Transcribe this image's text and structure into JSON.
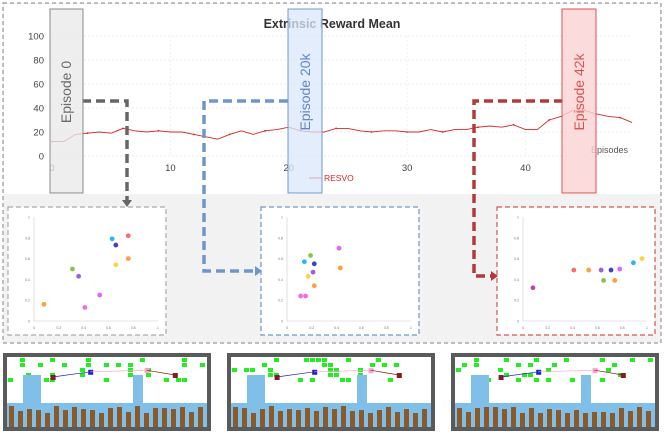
{
  "chart_data": [
    {
      "type": "line",
      "title": "Extrinsic Reward Mean",
      "xlabel": "Episodes",
      "ylabel": "",
      "xlim": [
        0,
        49
      ],
      "ylim": [
        0,
        100
      ],
      "x_ticks": [
        "0",
        "10",
        "20",
        "30",
        "40"
      ],
      "y_ticks": [
        "0",
        "20",
        "40",
        "60",
        "80",
        "100"
      ],
      "grid": true,
      "legend": "bottom-center",
      "series": [
        {
          "name": "RESVO",
          "color": "#d62728",
          "x": [
            0,
            1,
            2,
            3,
            4,
            5,
            6,
            7,
            8,
            9,
            10,
            11,
            12,
            13,
            14,
            15,
            16,
            17,
            18,
            19,
            20,
            21,
            22,
            23,
            24,
            25,
            26,
            27,
            28,
            29,
            30,
            31,
            32,
            33,
            34,
            35,
            36,
            37,
            38,
            39,
            40,
            41,
            42,
            43,
            44,
            45,
            46,
            47,
            48,
            49
          ],
          "y": [
            12,
            12,
            18,
            19,
            20,
            19,
            23,
            21,
            20,
            21,
            20,
            20,
            18,
            16,
            14,
            18,
            21,
            18,
            21,
            22,
            24,
            21,
            20,
            20,
            23,
            23,
            21,
            20,
            21,
            21,
            20,
            20,
            22,
            20,
            22,
            22,
            24,
            25,
            24,
            26,
            22,
            22,
            30,
            33,
            38,
            38,
            35,
            33,
            32,
            28
          ]
        }
      ]
    },
    {
      "type": "scatter",
      "title": "",
      "xlim": [
        0,
        1
      ],
      "ylim": [
        0,
        1
      ],
      "points": [
        {
          "x": 0.08,
          "y": 0.16,
          "color": "#ff9f40"
        },
        {
          "x": 0.31,
          "y": 0.5,
          "color": "#8bc34a"
        },
        {
          "x": 0.36,
          "y": 0.43,
          "color": "#9c5fe0"
        },
        {
          "x": 0.41,
          "y": 0.13,
          "color": "#f06be0"
        },
        {
          "x": 0.53,
          "y": 0.25,
          "color": "#e066ff"
        },
        {
          "x": 0.63,
          "y": 0.79,
          "color": "#29b6f6"
        },
        {
          "x": 0.66,
          "y": 0.73,
          "color": "#4040c0"
        },
        {
          "x": 0.66,
          "y": 0.54,
          "color": "#ffd23f"
        },
        {
          "x": 0.76,
          "y": 0.82,
          "color": "#ff6b6b"
        },
        {
          "x": 0.76,
          "y": 0.6,
          "color": "#ff9f40"
        }
      ]
    },
    {
      "type": "scatter",
      "title": "",
      "xlim": [
        0,
        1
      ],
      "ylim": [
        0,
        1
      ],
      "points": [
        {
          "x": 0.11,
          "y": 0.24,
          "color": "#f06be0"
        },
        {
          "x": 0.15,
          "y": 0.24,
          "color": "#f06be0"
        },
        {
          "x": 0.14,
          "y": 0.57,
          "color": "#29b6f6"
        },
        {
          "x": 0.17,
          "y": 0.43,
          "color": "#ffd23f"
        },
        {
          "x": 0.19,
          "y": 0.63,
          "color": "#8bc34a"
        },
        {
          "x": 0.22,
          "y": 0.55,
          "color": "#4040c0"
        },
        {
          "x": 0.21,
          "y": 0.47,
          "color": "#9c5fe0"
        },
        {
          "x": 0.22,
          "y": 0.34,
          "color": "#ff9f40"
        },
        {
          "x": 0.42,
          "y": 0.7,
          "color": "#e066ff"
        },
        {
          "x": 0.43,
          "y": 0.51,
          "color": "#ff9f40"
        }
      ]
    },
    {
      "type": "scatter",
      "title": "",
      "xlim": [
        0,
        1
      ],
      "ylim": [
        0,
        1
      ],
      "points": [
        {
          "x": 0.08,
          "y": 0.32,
          "color": "#c040c0"
        },
        {
          "x": 0.41,
          "y": 0.49,
          "color": "#ff6b6b"
        },
        {
          "x": 0.53,
          "y": 0.49,
          "color": "#ff9f40"
        },
        {
          "x": 0.63,
          "y": 0.49,
          "color": "#9c5fe0"
        },
        {
          "x": 0.71,
          "y": 0.49,
          "color": "#4040c0"
        },
        {
          "x": 0.78,
          "y": 0.5,
          "color": "#e066ff"
        },
        {
          "x": 0.65,
          "y": 0.39,
          "color": "#8bc34a"
        },
        {
          "x": 0.74,
          "y": 0.39,
          "color": "#ff9f40"
        },
        {
          "x": 0.89,
          "y": 0.56,
          "color": "#29b6f6"
        },
        {
          "x": 0.96,
          "y": 0.6,
          "color": "#ffd23f"
        }
      ]
    }
  ],
  "highlights": [
    {
      "label": "Episode 0",
      "color": "#888888",
      "fill": "#ececec"
    },
    {
      "label": "Episode 20k",
      "color": "#6f96cc",
      "fill": "#dbe7fa"
    },
    {
      "label": "Episode 42k",
      "color": "#d9534f",
      "fill": "#fad2d2"
    }
  ],
  "env_colors": {
    "frame": "#5a5a5a",
    "sky": "#ffffff",
    "apple": "#22ee22",
    "water": "#7fbfe8",
    "post": "#8b5a2b",
    "agent_a": "#8b1a1a",
    "agent_b": "#2222cc",
    "agent_c": "#ff9fd0"
  }
}
